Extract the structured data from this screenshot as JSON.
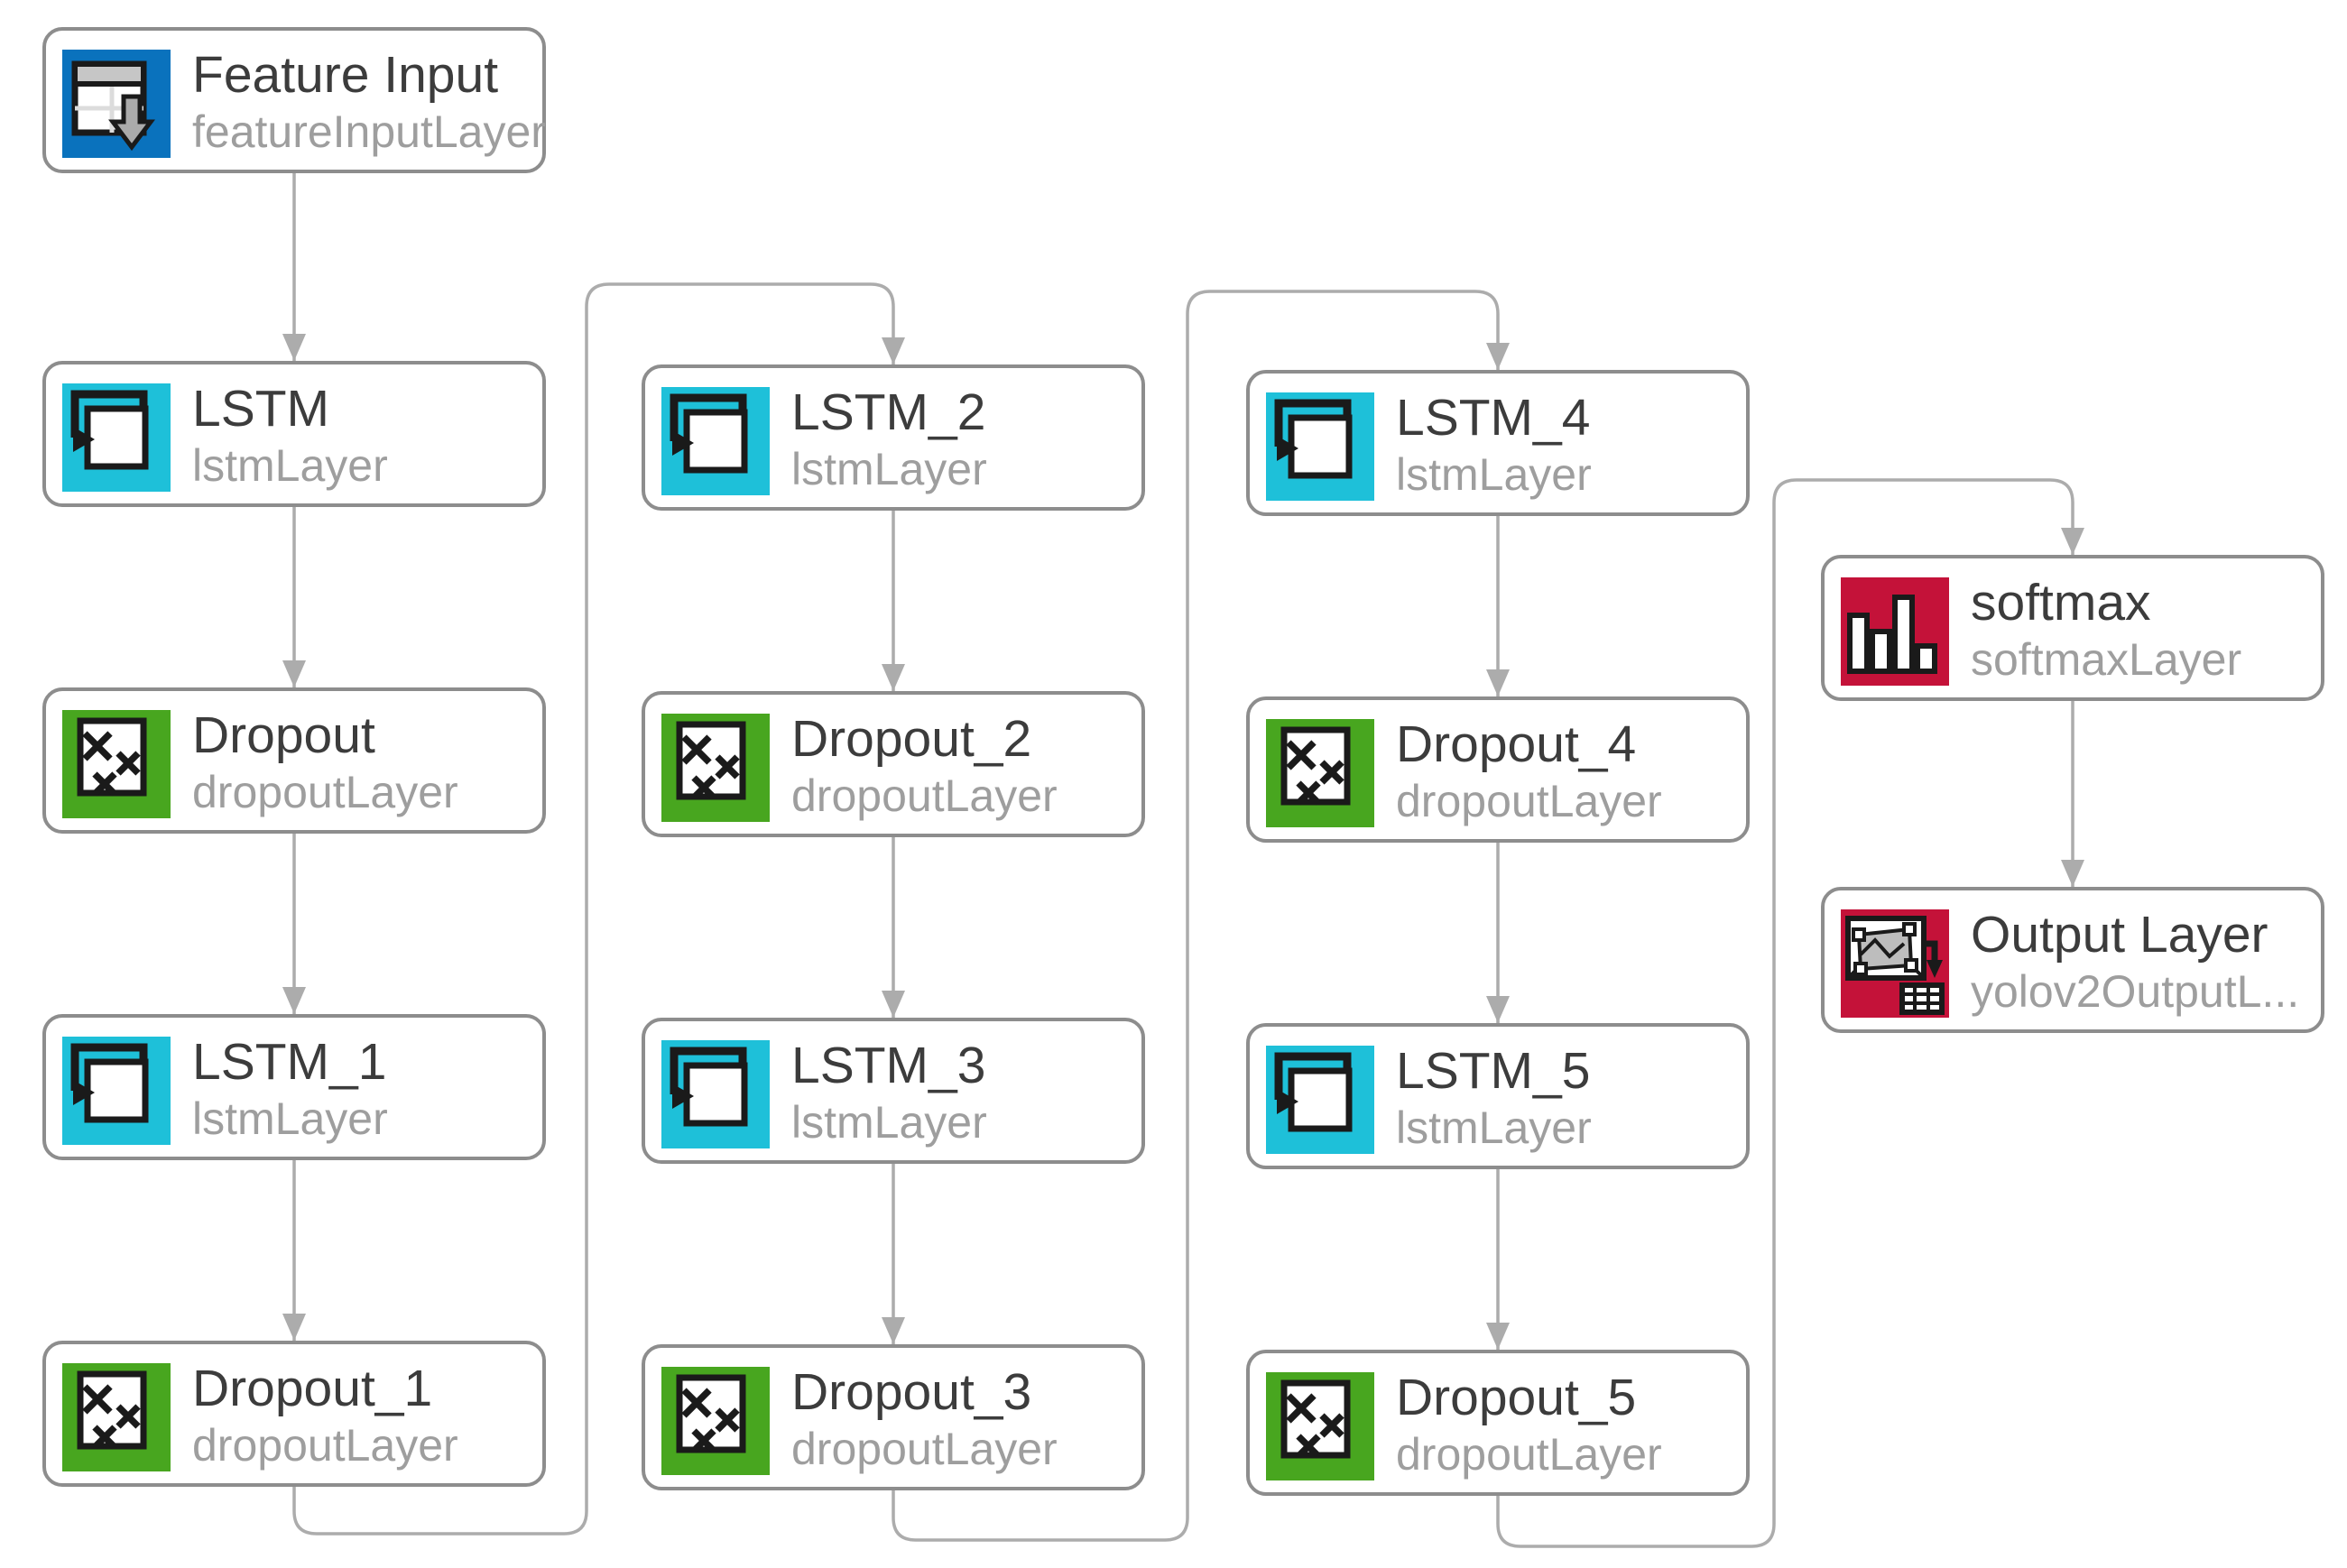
{
  "app": "Deep Network Designer canvas",
  "colors": {
    "input_blue": "#0A72BD",
    "lstm_cyan": "#1EC0D9",
    "dropout_green": "#48A61F",
    "output_red": "#C41239",
    "connector_gray": "#ACACAC",
    "node_border_gray": "#8D8D8D",
    "title_gray": "#3C3C3C",
    "subtitle_gray": "#9E9E9E",
    "canvas_bg": "#FFFFFF"
  },
  "diagram": {
    "nodes": [
      {
        "title": "Feature Input",
        "subtitle": "featureInputLayer",
        "icon": "feature-input-icon"
      },
      {
        "title": "LSTM",
        "subtitle": "lstmLayer",
        "icon": "lstm-icon"
      },
      {
        "title": "Dropout",
        "subtitle": "dropoutLayer",
        "icon": "dropout-icon"
      },
      {
        "title": "LSTM_1",
        "subtitle": "lstmLayer",
        "icon": "lstm-icon"
      },
      {
        "title": "Dropout_1",
        "subtitle": "dropoutLayer",
        "icon": "dropout-icon"
      },
      {
        "title": "LSTM_2",
        "subtitle": "lstmLayer",
        "icon": "lstm-icon"
      },
      {
        "title": "Dropout_2",
        "subtitle": "dropoutLayer",
        "icon": "dropout-icon"
      },
      {
        "title": "LSTM_3",
        "subtitle": "lstmLayer",
        "icon": "lstm-icon"
      },
      {
        "title": "Dropout_3",
        "subtitle": "dropoutLayer",
        "icon": "dropout-icon"
      },
      {
        "title": "LSTM_4",
        "subtitle": "lstmLayer",
        "icon": "lstm-icon"
      },
      {
        "title": "Dropout_4",
        "subtitle": "dropoutLayer",
        "icon": "dropout-icon"
      },
      {
        "title": "LSTM_5",
        "subtitle": "lstmLayer",
        "icon": "lstm-icon"
      },
      {
        "title": "Dropout_5",
        "subtitle": "dropoutLayer",
        "icon": "dropout-icon"
      },
      {
        "title": "softmax",
        "subtitle": "softmaxLayer",
        "icon": "softmax-icon"
      },
      {
        "title": "Output Layer",
        "subtitle": "yolov2OutputL...",
        "icon": "yolo-output-icon"
      }
    ],
    "connections": [
      {
        "from": "Feature Input",
        "to": "LSTM"
      },
      {
        "from": "LSTM",
        "to": "Dropout"
      },
      {
        "from": "Dropout",
        "to": "LSTM_1"
      },
      {
        "from": "LSTM_1",
        "to": "Dropout_1"
      },
      {
        "from": "Dropout_1",
        "to": "LSTM_2"
      },
      {
        "from": "LSTM_2",
        "to": "Dropout_2"
      },
      {
        "from": "Dropout_2",
        "to": "LSTM_3"
      },
      {
        "from": "LSTM_3",
        "to": "Dropout_3"
      },
      {
        "from": "Dropout_3",
        "to": "LSTM_4"
      },
      {
        "from": "LSTM_4",
        "to": "Dropout_4"
      },
      {
        "from": "Dropout_4",
        "to": "LSTM_5"
      },
      {
        "from": "LSTM_5",
        "to": "Dropout_5"
      },
      {
        "from": "Dropout_5",
        "to": "softmax"
      },
      {
        "from": "softmax",
        "to": "Output Layer"
      }
    ]
  }
}
